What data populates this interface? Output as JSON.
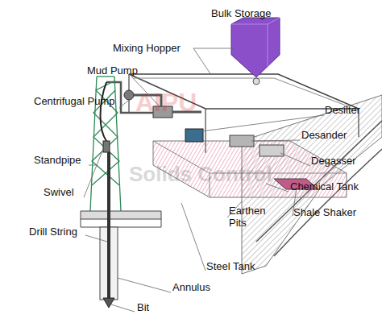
{
  "diagram": {
    "labels": [
      "Bulk Storage",
      "Mixing Hopper",
      "Mud Pump",
      "Centrifugal Pump",
      "Desilter",
      "Desander",
      "Degasser",
      "Standpipe",
      "Chemical Tank",
      "Swivel",
      "Shale Shaker",
      "Earthen Pits",
      "Drill String",
      "Steel Tank",
      "Annulus",
      "Bit",
      "AIPU",
      "Solids Control"
    ]
  }
}
